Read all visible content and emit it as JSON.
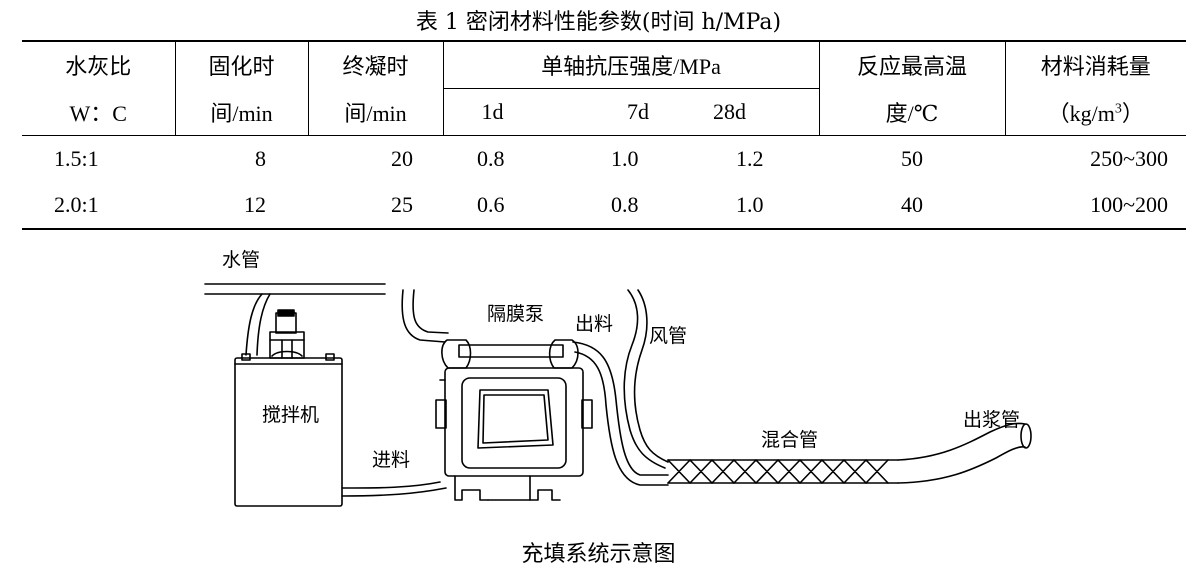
{
  "table": {
    "title": "表 1 密闭材料性能参数(时间 h/MPa)",
    "headers": {
      "wc_line1": "水灰比",
      "wc_line2": "W：C",
      "set_line1": "固化时",
      "set_line2": "间/min",
      "final_line1": "终凝时",
      "final_line2": "间/min",
      "strength": "单轴抗压强度/MPa",
      "d1": "1d",
      "d7": "7d",
      "d28": "28d",
      "temp_line1": "反应最高温",
      "temp_line2": "度/℃",
      "consume_line1": "材料消耗量",
      "consume_line2": "（kg/m",
      "consume_sup": "3",
      "consume_close": "）"
    },
    "rows": [
      {
        "wc": "1.5:1",
        "set": "8",
        "final": "20",
        "d1": "0.8",
        "d7": "1.0",
        "d28": "1.2",
        "temp": "50",
        "consume": "250~300"
      },
      {
        "wc": "2.0:1",
        "set": "12",
        "final": "25",
        "d1": "0.6",
        "d7": "0.8",
        "d28": "1.0",
        "temp": "40",
        "consume": "100~200"
      }
    ]
  },
  "diagram": {
    "labels": {
      "water_pipe": "水管",
      "mixer": "搅拌机",
      "diaphragm_pump": "隔膜泵",
      "outlet": "出料",
      "air_pipe": "风管",
      "feed": "进料",
      "mixing_pipe": "混合管",
      "slurry_pipe": "出浆管"
    },
    "caption": "充填系统示意图"
  }
}
